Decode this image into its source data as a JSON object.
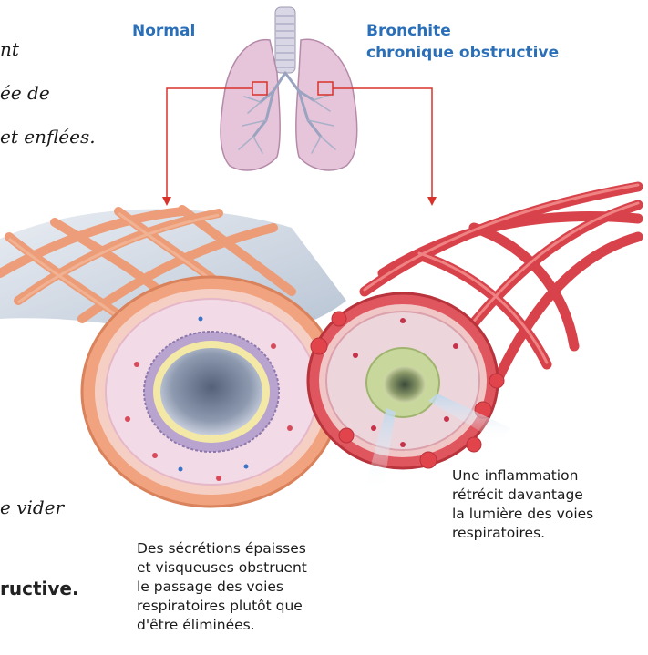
{
  "cut_text_left": {
    "line1": "nt",
    "line2": "ée de",
    "line3": "et enflées.",
    "line4": "e vider",
    "line5": "ructive."
  },
  "labels": {
    "normal": "Normal",
    "copd_line1": "Bronchite",
    "copd_line2": "chronique obstructive"
  },
  "captions": {
    "inflammation": [
      "Une inflammation",
      "rétrécit davantage",
      "la lumière des voies",
      "respiratoires."
    ],
    "secretions": [
      "Des sécrétions épaisses",
      "et visqueuses obstruent",
      "le passage des voies",
      "respiratoires plutôt que",
      "d'être éliminées."
    ]
  },
  "colors": {
    "label_blue": "#2a6fb8",
    "pointer_red": "#d9322b",
    "lung_pink": "#e6c4da",
    "muscle_orange": "#ee9a73",
    "muscle_red": "#d8424a"
  }
}
